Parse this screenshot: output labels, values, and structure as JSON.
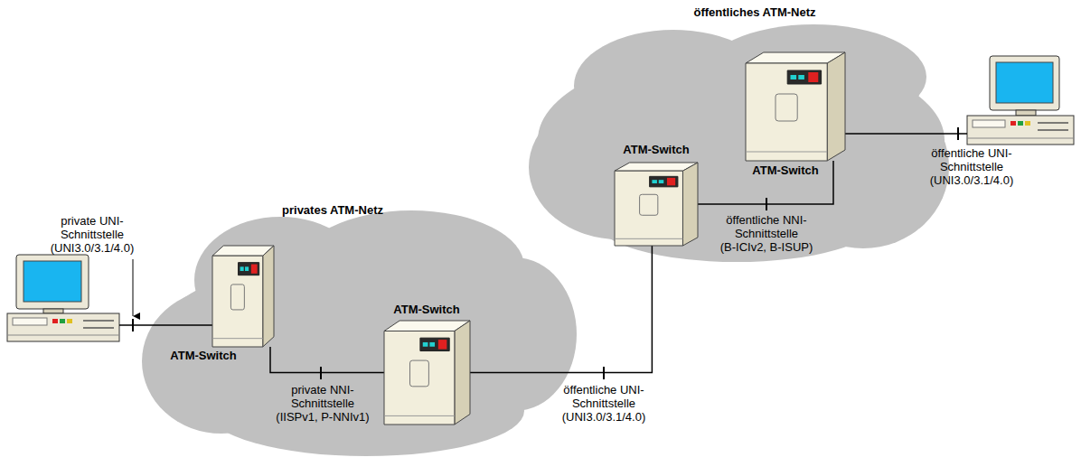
{
  "diagram": {
    "nodes": [
      {
        "text": [
          "privates ATM-Netz"
        ]
      },
      {
        "text": [
          "ATM-Switch"
        ],
        "in": 0
      },
      {
        "text": [
          "ATM-Switch"
        ],
        "in": 0
      },
      {
        "text": [
          "öffentliches ATM-Netz"
        ]
      },
      {
        "text": [
          "ATM-Switch"
        ],
        "in": 3
      },
      {
        "text": [
          "ATM-Switch"
        ],
        "in": 3
      }
    ],
    "edges": [
      {
        "from": 1,
        "to": 2,
        "arrow": "none"
      },
      {
        "from": 2,
        "to": 4,
        "arrow": "none"
      },
      {
        "from": 4,
        "to": 5,
        "arrow": "none"
      }
    ],
    "labels": [
      "private UNI-Schnittstelle (UNI3.0/3.1/4.0)",
      "private NNI-Schnittstelle (IISPv1, P-NNIv1)",
      "öffentliche UNI-Schnittstelle (UNI3.0/3.1/4.0)",
      "öffentliche NNI-Schnittstelle (B-ICIv2, B-ISUP)",
      "öffentliche UNI-Schnittstelle (UNI3.0/3.1/4.0)"
    ]
  }
}
